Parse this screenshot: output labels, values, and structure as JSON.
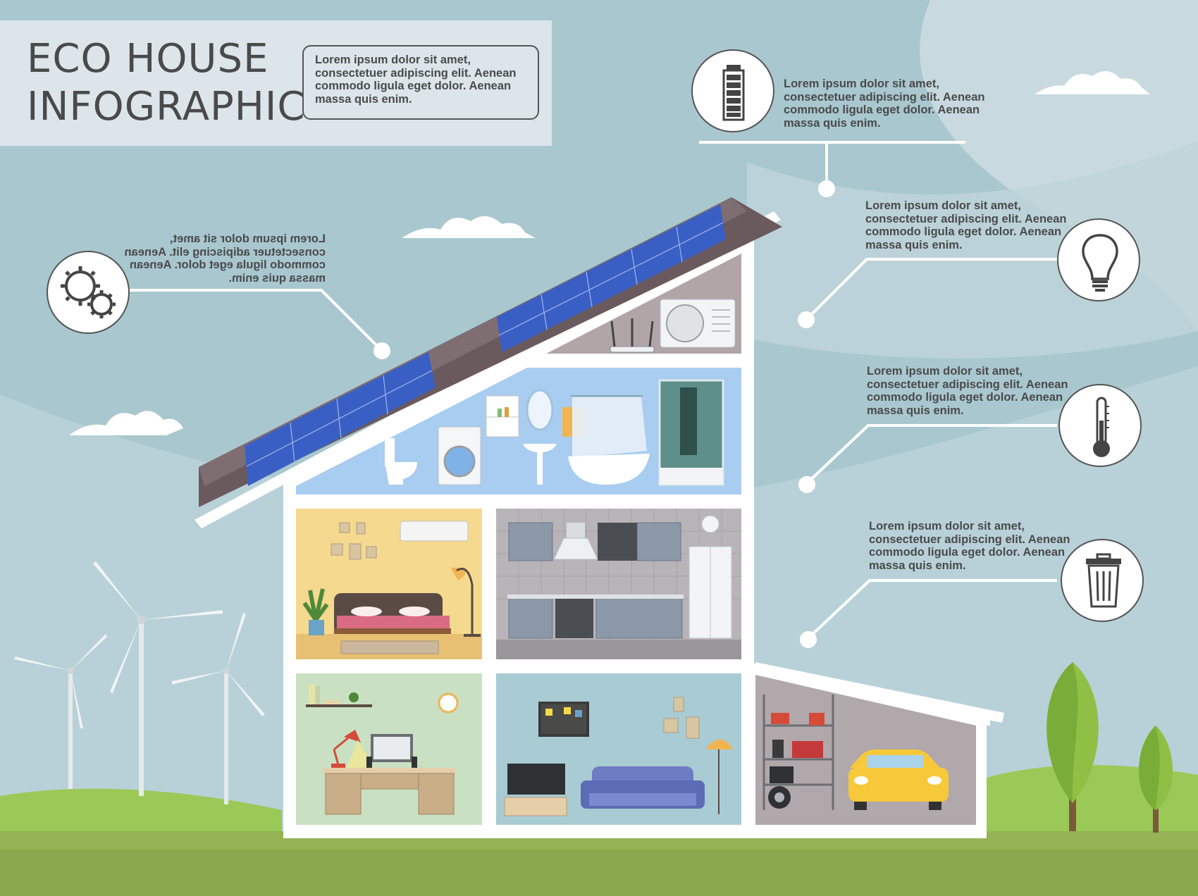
{
  "title": {
    "line1": "ECO HOUSE",
    "line2": "INFOGRAPHIC"
  },
  "intro_text": "Lorem ipsum dolor sit amet, consectetuer adipiscing elit. Aenean commodo ligula eget dolor. Aenean massa quis enim.",
  "callouts": [
    {
      "icon": "battery-icon",
      "text": "Lorem ipsum dolor sit amet, consectetuer adipiscing elit. Aenean commodo ligula eget dolor. Aenean massa quis enim."
    },
    {
      "icon": "gears-icon",
      "text": "Lorem ipsum dolor sit amet, consectetuer adipiscing elit. Aenean commodo ligula eget dolor. Aenean massa quis enim."
    },
    {
      "icon": "light-bulb-icon",
      "text": "Lorem ipsum dolor sit amet, consectetuer adipiscing elit. Aenean commodo ligula eget dolor. Aenean massa quis enim."
    },
    {
      "icon": "thermometer-icon",
      "text": "Lorem ipsum dolor sit amet, consectetuer adipiscing elit. Aenean commodo ligula eget dolor. Aenean massa quis enim."
    },
    {
      "icon": "trash-bin-icon",
      "text": "Lorem ipsum dolor sit amet, consectetuer adipiscing elit. Aenean commodo ligula eget dolor. Aenean massa quis enim."
    }
  ],
  "colors": {
    "sky": "#a9c7cf",
    "sky_light": "#c6d8dd",
    "roof": "#6b5a5d",
    "solar_panel": "#3a5fc4",
    "grass": "#8fc34e",
    "ground": "#7fa04a",
    "bathroom": "#a9cdf0",
    "bedroom": "#f5d98e",
    "kitchen": "#b9b4b8",
    "study": "#c9e0c2",
    "living_room": "#a9cbd3",
    "garage": "#b0a8ab",
    "car": "#f6c83a"
  }
}
